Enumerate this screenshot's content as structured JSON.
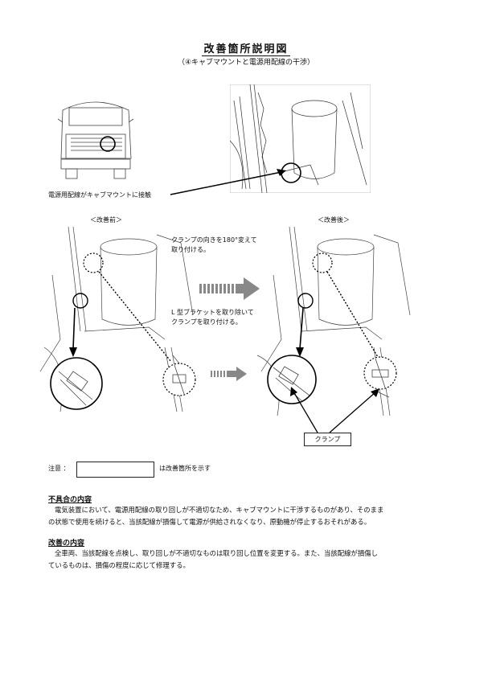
{
  "title": "改善箇所説明図",
  "subtitle": "（④キャブマウントと電源用配線の干渉）",
  "caption_contact": "電源用配線がキャブマウントに接触",
  "label_before": "＜改善前＞",
  "label_after": "＜改善後＞",
  "instruction_1_line1": "クランプの向きを180°変えて",
  "instruction_1_line2": "取り付ける。",
  "instruction_2_line1": "L 型ブラケットを取り除いて",
  "instruction_2_line2": "クランプを取り付ける。",
  "clamp_label": "クランプ",
  "note_label": "注意 ：",
  "note_text": "は改善箇所を示す",
  "defect_heading": "不具合の内容",
  "defect_line1": "電気装置において、電源用配線の取り回しが不適切なため、キャブマウントに干渉するものがあり、そのまま",
  "defect_line2": "の状態で使用を続けると、当該配線が損傷して電源が供給されなくなり、原動機が停止するおそれがある。",
  "fix_heading": "改善の内容",
  "fix_line1": "全車両、当該配線を点検し、取り回しが不適切なものは取り回し位置を変更する。また、当該配線が損傷し",
  "fix_line2": "ているものは、損傷の程度に応じて修理する。"
}
